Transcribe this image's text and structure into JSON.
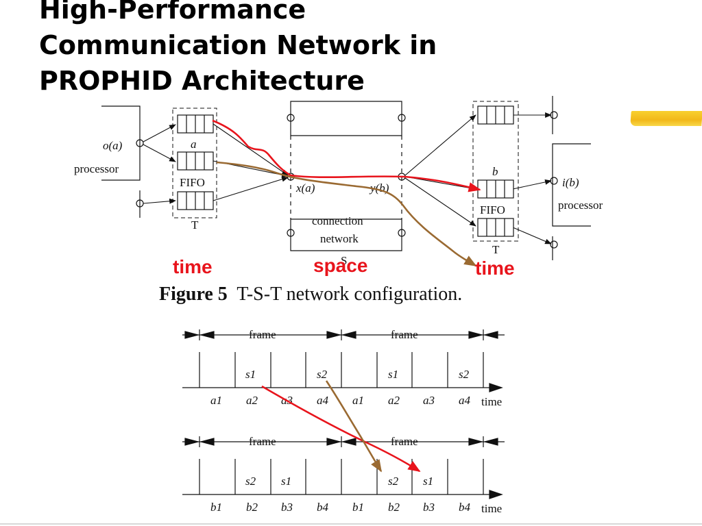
{
  "slide": {
    "title_lines": [
      "High-Performance",
      "Communication Network in",
      "PROPHID Architecture"
    ]
  },
  "figure5": {
    "caption_bold": "Figure 5",
    "caption_text": "T-S-T network configuration.",
    "labels": {
      "o_a": "o(a)",
      "processor_left": "processor",
      "fifo_left_tag": "a",
      "fifo_left": "FIFO",
      "t_left": "T",
      "x_a": "x(a)",
      "y_b": "y(b)",
      "connection": "connection",
      "network": "network",
      "s": "S",
      "fifo_right_tag": "b",
      "fifo_right": "FIFO",
      "t_right": "T",
      "i_b": "i(b)",
      "processor_right": "processor"
    },
    "annotations": {
      "time_left": "time",
      "space": "space",
      "time_right": "time",
      "red_color": "#e8141c",
      "brown_color": "#9a6a32"
    }
  },
  "timing": {
    "frame": "frame",
    "time": "time",
    "top_slots": [
      "s1",
      "s2",
      "s1",
      "s2"
    ],
    "top_ticks": [
      "a1",
      "a2",
      "a3",
      "a4",
      "a1",
      "a2",
      "a3",
      "a4"
    ],
    "bottom_slots": [
      "s2",
      "s1",
      "s2",
      "s1"
    ],
    "bottom_ticks": [
      "b1",
      "b2",
      "b3",
      "b4",
      "b1",
      "b2",
      "b3",
      "b4"
    ]
  }
}
